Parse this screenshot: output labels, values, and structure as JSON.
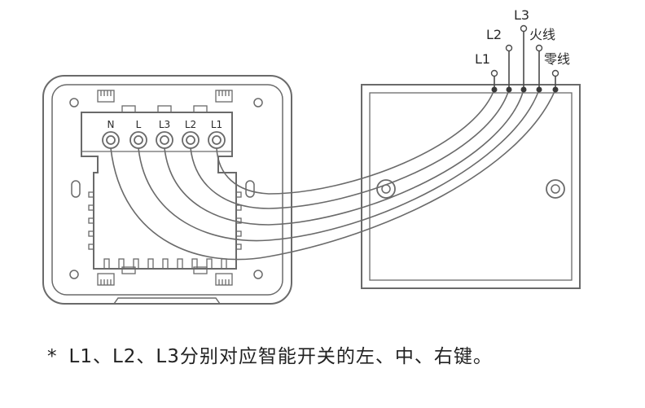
{
  "terminals": {
    "n": "N",
    "l": "L",
    "l3": "L3",
    "l2": "L2",
    "l1": "L1"
  },
  "supply_labels": {
    "l3": "L3",
    "l2": "L2",
    "live": "火线",
    "l1": "L1",
    "neutral": "零线"
  },
  "footnote": {
    "marker": "*",
    "text": "L1、L2、L3分别对应智能开关的左、中、右键。"
  }
}
